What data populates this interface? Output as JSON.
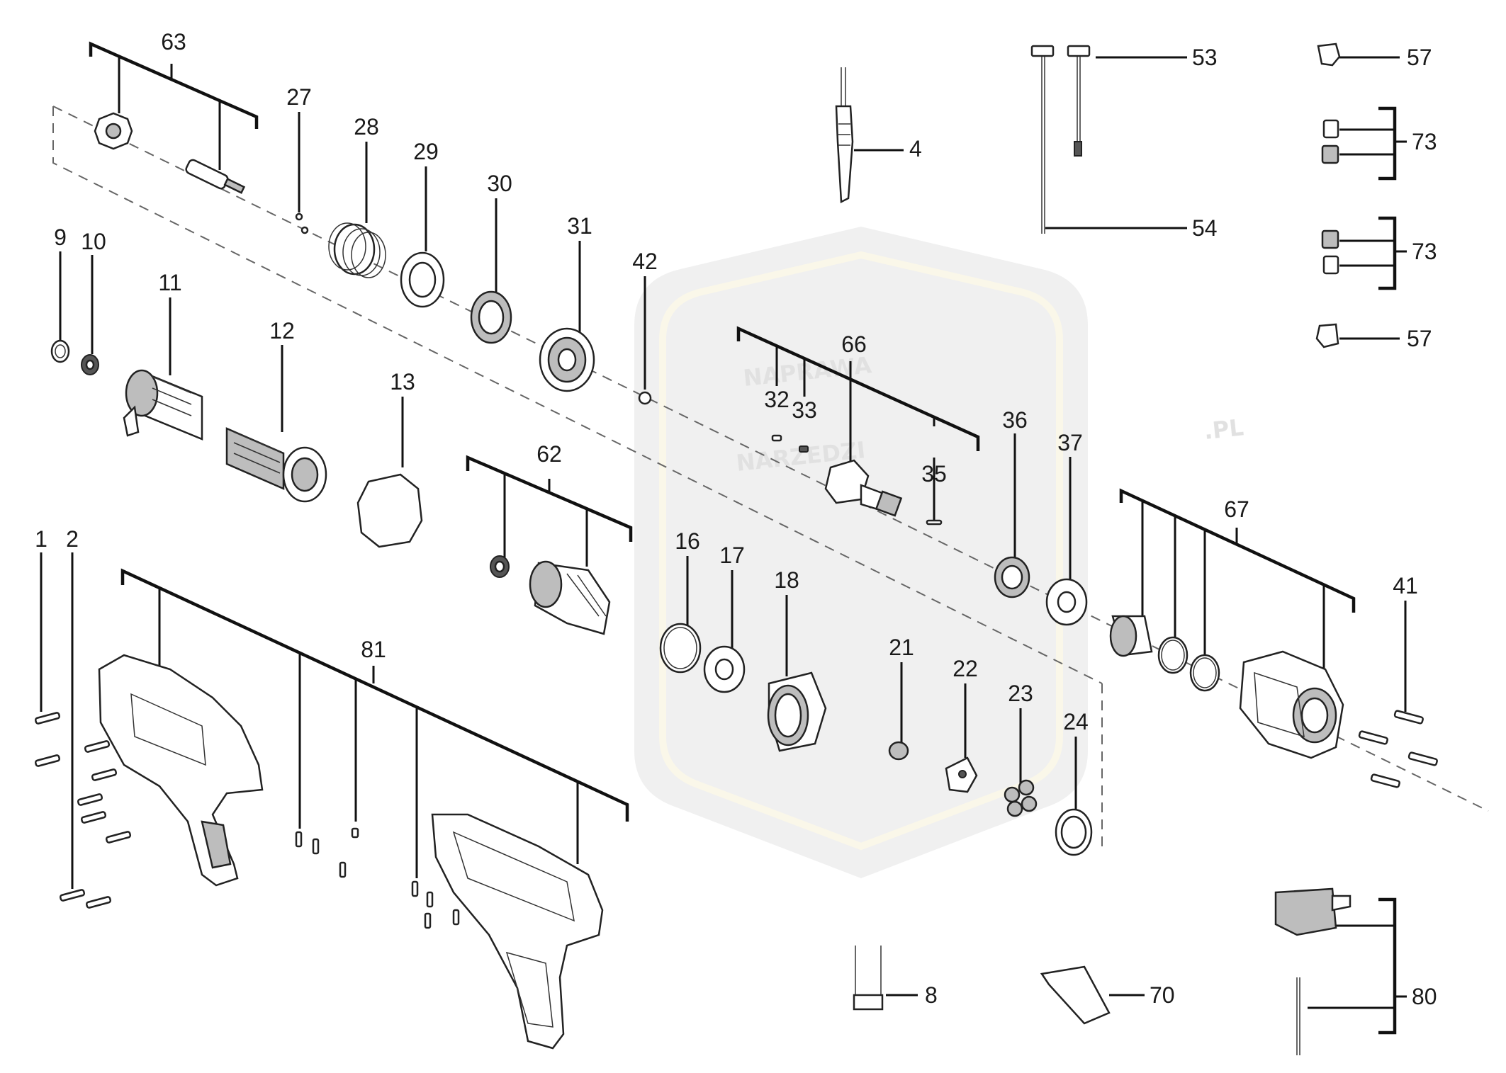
{
  "diagram": {
    "watermark": {
      "line1": "NAPRAWA",
      "line2": "NARZEDZI",
      "suffix": ".PL"
    },
    "callouts": [
      {
        "id": "c1",
        "label": "1"
      },
      {
        "id": "c2",
        "label": "2"
      },
      {
        "id": "c4",
        "label": "4"
      },
      {
        "id": "c8",
        "label": "8"
      },
      {
        "id": "c9",
        "label": "9"
      },
      {
        "id": "c10",
        "label": "10"
      },
      {
        "id": "c11",
        "label": "11"
      },
      {
        "id": "c12",
        "label": "12"
      },
      {
        "id": "c13",
        "label": "13"
      },
      {
        "id": "c16",
        "label": "16"
      },
      {
        "id": "c17",
        "label": "17"
      },
      {
        "id": "c18",
        "label": "18"
      },
      {
        "id": "c21",
        "label": "21"
      },
      {
        "id": "c22",
        "label": "22"
      },
      {
        "id": "c23",
        "label": "23"
      },
      {
        "id": "c24",
        "label": "24"
      },
      {
        "id": "c27",
        "label": "27"
      },
      {
        "id": "c28",
        "label": "28"
      },
      {
        "id": "c29",
        "label": "29"
      },
      {
        "id": "c30",
        "label": "30"
      },
      {
        "id": "c31",
        "label": "31"
      },
      {
        "id": "c32",
        "label": "32"
      },
      {
        "id": "c33",
        "label": "33"
      },
      {
        "id": "c35",
        "label": "35"
      },
      {
        "id": "c36",
        "label": "36"
      },
      {
        "id": "c37",
        "label": "37"
      },
      {
        "id": "c41",
        "label": "41"
      },
      {
        "id": "c42",
        "label": "42"
      },
      {
        "id": "c53",
        "label": "53"
      },
      {
        "id": "c54",
        "label": "54"
      },
      {
        "id": "c57a",
        "label": "57"
      },
      {
        "id": "c57b",
        "label": "57"
      },
      {
        "id": "c62",
        "label": "62"
      },
      {
        "id": "c63",
        "label": "63"
      },
      {
        "id": "c66",
        "label": "66"
      },
      {
        "id": "c67",
        "label": "67"
      },
      {
        "id": "c70",
        "label": "70"
      },
      {
        "id": "c73a",
        "label": "73"
      },
      {
        "id": "c73b",
        "label": "73"
      },
      {
        "id": "c80",
        "label": "80"
      },
      {
        "id": "c81",
        "label": "81"
      }
    ]
  }
}
